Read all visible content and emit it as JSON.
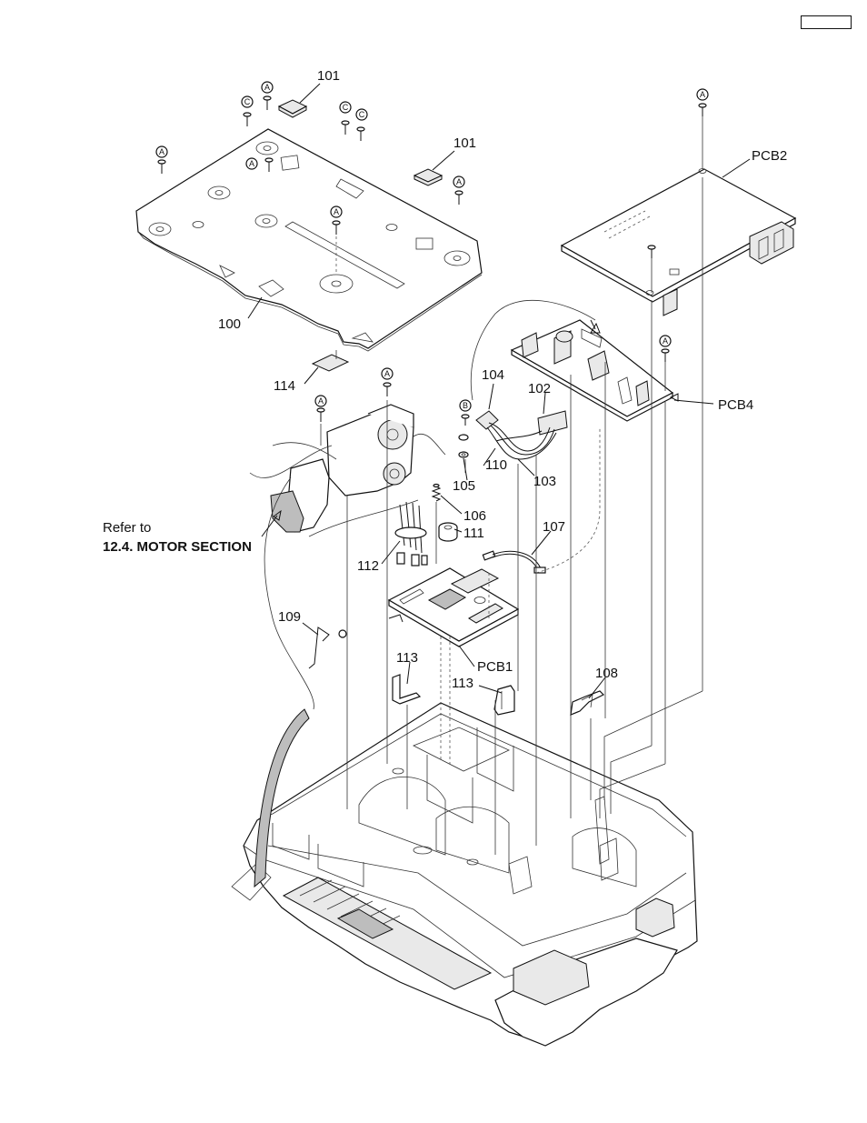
{
  "header": {
    "page_tag": ""
  },
  "labels": {
    "l100": "100",
    "l101a": "101",
    "l101b": "101",
    "l102": "102",
    "l103": "103",
    "l104": "104",
    "l105": "105",
    "l106": "106",
    "l107": "107",
    "l108": "108",
    "l109": "109",
    "l110": "110",
    "l111": "111",
    "l112": "112",
    "l113a": "113",
    "l113b": "113",
    "l114": "114",
    "pcb1": "PCB1",
    "pcb2": "PCB2",
    "pcb4": "PCB4"
  },
  "reference": {
    "line1": "Refer to",
    "line2": "12.4. MOTOR SECTION"
  },
  "screw_marks": {
    "a": "A",
    "b": "B",
    "c": "C"
  }
}
